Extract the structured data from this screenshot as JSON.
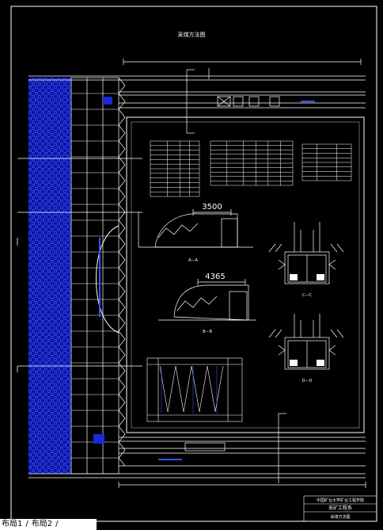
{
  "drawing": {
    "title": "采煤方法图",
    "dims": {
      "section_1": "3500",
      "section_2": "4365"
    },
    "section_marks": {
      "a": "A—A",
      "b": "B—B",
      "c": "C—C",
      "d": "D—D"
    },
    "title_block": {
      "org": "中国矿业大学矿业工程学院",
      "project": "采矿工程系",
      "name": "采煤方法图"
    },
    "colors": {
      "background": "#000000",
      "lines": "#ffffff",
      "hatch": "#1a2bd6",
      "accent": "#3355ff"
    }
  },
  "layout_tabs": {
    "tab1": "布局1",
    "separator": "/",
    "tab2": "布局2",
    "tail": "/"
  }
}
